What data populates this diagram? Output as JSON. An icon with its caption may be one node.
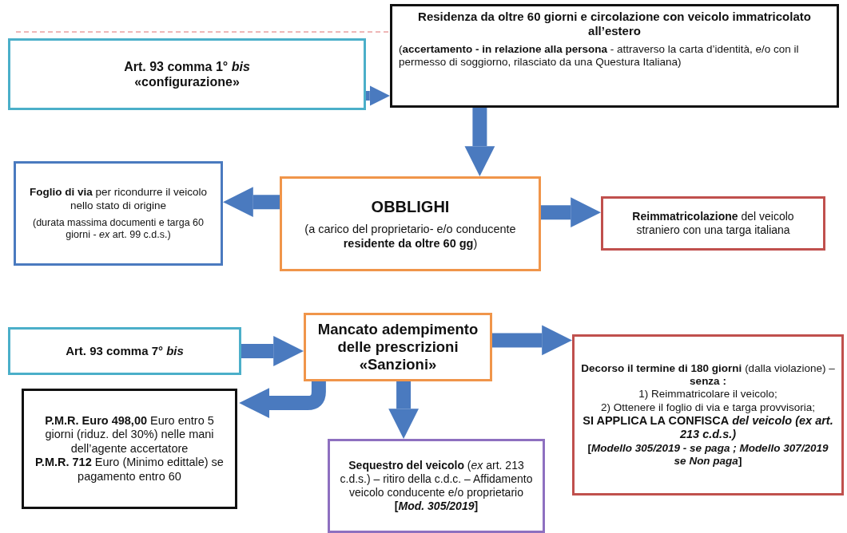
{
  "diagram": {
    "nodes": [
      {
        "text": [
          "Art. 93 comma 1° *bis*",
          "«configurazione»"
        ]
      },
      {
        "text": [
          "Residenza da oltre 60 giorni e circolazione con veicolo immatricolato all’estero",
          "(**accertamento - in relazione alla persona** - attraverso la carta d’identità, e/o con il permesso di soggiorno, rilasciato da una Questura Italiana)"
        ]
      },
      {
        "text": [
          "**Foglio di via** per ricondurre il veicolo nello stato di origine",
          "(durata massima documenti e targa 60 giorni - *ex* art. 99 c.d.s.)"
        ]
      },
      {
        "text": [
          "OBBLIGHI",
          "(a carico del proprietario- e/o conducente **residente da oltre 60 gg**)"
        ]
      },
      {
        "text": [
          "**Reimmatricolazione** del veicolo straniero con una targa italiana"
        ]
      },
      {
        "text": [
          "Art. 93 comma 7° *bis*"
        ]
      },
      {
        "text": [
          "Mancato adempimento delle prescrizioni «Sanzioni»"
        ]
      },
      {
        "text": [
          "**P.M.R.  Euro 498,00**  Euro entro 5 giorni (riduz. del 30%) nelle mani dell’agente accertatore",
          "**P.M.R.  712** Euro (Minimo edittale) se pagamento entro 60"
        ]
      },
      {
        "text": [
          "**Sequestro del veicolo** (*ex* art. 213 c.d.s.) – ritiro della c.d.c. – Affidamento veicolo conducente e/o proprietario **[*Mod. 305/2019*]**"
        ]
      },
      {
        "text": [
          "**Decorso il termine di 180 giorni** (dalla violazione) – **senza :**",
          "1)  Reimmatricolare il veicolo;",
          "2)  Ottenere il foglio di via e targa provvisoria;",
          "**SI APPLICA LA CONFISCA** *del veicolo (ex art. 213 c.d.s.)*",
          "[*Modello 305/2019 - se paga ;  Modello 307/2019 se Non paga*]"
        ]
      }
    ],
    "edges": [
      {
        "from": 0,
        "to": 1,
        "arrow": "to"
      },
      {
        "from": 1,
        "to": 3,
        "arrow": "to"
      },
      {
        "from": 3,
        "to": 2,
        "arrow": "to"
      },
      {
        "from": 3,
        "to": 4,
        "arrow": "to"
      },
      {
        "from": 5,
        "to": 6,
        "arrow": "to"
      },
      {
        "from": 6,
        "to": 7,
        "arrow": "to"
      },
      {
        "from": 6,
        "to": 8,
        "arrow": "to"
      },
      {
        "from": 6,
        "to": 9,
        "arrow": "to"
      }
    ]
  }
}
